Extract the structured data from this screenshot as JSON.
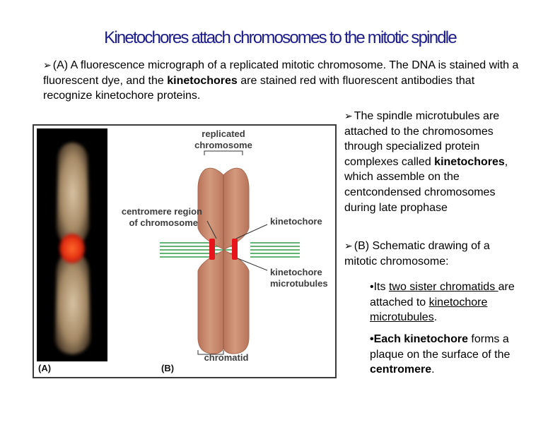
{
  "slide": {
    "title": "Kinetochores attach chromosomes to the mitotic  spindle",
    "intro": {
      "p1": "(A) A fluorescence micrograph of a replicated mitotic chromosome. The DNA is stained with a fluorescent dye, and the ",
      "bold": "kinetochores",
      "p2": " are stained red with fluorescent antibodies that recognize kinetochore proteins."
    },
    "right1": {
      "p1": "The spindle microtubules are attached to the chromosomes through specialized protein complexes called ",
      "bold": "kinetochores",
      "p2": ", which assemble on the centcondensed chromosomes during late prophase"
    },
    "right2": {
      "text": "(B) Schematic drawing of a mitotic chromosome:"
    },
    "sub1": {
      "prefix": "•Its ",
      "u1": "two sister chromatids ",
      "mid": " are attached to ",
      "u2": "kinetochore microtubules",
      "suffix": "."
    },
    "sub2": {
      "bold1": "•Each kinetochore",
      "mid": " forms a plaque on the surface of the ",
      "bold2": "centromere",
      "suffix": "."
    }
  },
  "figure": {
    "label_a": "(A)",
    "label_b": "(B)",
    "replicated_1": "replicated",
    "replicated_2": "chromosome",
    "centromere_1": "centromere region",
    "centromere_2": "of chromosome",
    "kinetochore": "kinetochore",
    "kmt_1": "kinetochore",
    "kmt_2": "microtubules",
    "chromatid": "chromatid",
    "colors": {
      "chromatid_fill": "#c8866a",
      "chromatid_edge": "#a86a52",
      "kinetochore_red": "#e8141c",
      "microtubule_green": "#2e9a46",
      "title_blue": "#1c1c8c"
    }
  }
}
